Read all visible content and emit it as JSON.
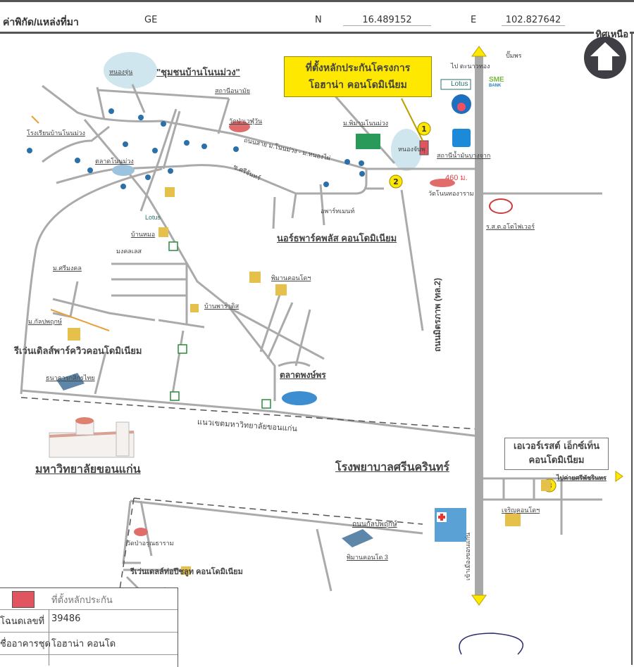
{
  "header": {
    "coord_label": "ค่าพิกัด/แหล่งที่มา",
    "source": "GE",
    "n_label": "N",
    "n_value": "16.489152",
    "e_label": "E",
    "e_value": "102.827642",
    "north_label": "ทิศเหนือ"
  },
  "callouts": {
    "project_line1": "ที่ตั้งหลักประกันโครงการ",
    "project_line2": "โอฮาน่า คอนโดมิเนียม",
    "everest_line1": "เอเวอร์เรสต์ เอ็กซ์เท็น",
    "everest_line2": "คอนโดมิเนียม"
  },
  "markers": [
    "1",
    "2",
    "3"
  ],
  "labels": {
    "community": "\"ชุมชนบ้านโนนม่วง\"",
    "pond": "หนองจุ่น",
    "school": "โรงเรียนบ้านโนนม่วง",
    "market_nonmuang": "ตลาดโนนม่วง",
    "health": "สถานีอนามัย",
    "temple1": "วัดป่าเวฬุวัน",
    "road_nonmuang": "ถนนสาย ม.โนนม่วง - ม.หนองไผ่",
    "road_side": "ซ.ศรีจันทร์",
    "village_nonmuang": "ม.พิมานโนนม่วง",
    "pond2": "หนองจับพุ",
    "gas": "สถานีน้ำมันบางจาก",
    "dist": "460 ม.",
    "temple2": "วัดโนนทองาราม",
    "toyota": "ร.ส.ต.อโตไฟเวอร์",
    "north_park": "นอร์ธพาร์คพลัส คอนโดมิเนียม",
    "apartment": "อพาร์ทเมนท์",
    "lotus_small": "Lotus",
    "baan_hmo": "บ้านหมอ",
    "mongkol": "มงคลเลส",
    "krimongkol": "ม.ศรีมงคล",
    "kunpatum": "ม.กัลปพฤกษ์",
    "pimarn": "พิมานคอนโดฯ",
    "baan_para": "บ้านพาราดิส",
    "reewon": "รีเว่นเดิลส์พาร์ควิวคอนโดมิเนียม",
    "bank": "ธนาคารกสิกรไทย",
    "bus": "แนวเขตมหาวิทยาลัยขอนแก่น",
    "market_fresh": "ตลาดพงษ์พร",
    "kku": "มหาวิทยาลัยขอนแก่น",
    "hospital": "โรงพยาบาลศรีนครินทร์",
    "to_hospital": "ไปค่ายศรีพัชรินทร",
    "charoen": "เจริญคอนโดฯ",
    "kalapaphruek": "ถนนกัลปพฤกษ์",
    "pimarn3": "พิมานคอนโด 3",
    "temple3": "วัดป่าอรุณธาราม",
    "reewon2": "รีเว่นเดลล์ท่อปีชลูท คอนโดมิเนียม",
    "highway": "ถนนมิตรภาพ (ทล.2)",
    "to_city": "เข้าเมืองขอนแก่น",
    "to_north": "ไป ตะนาวทอง",
    "post": "ปั๊มพร",
    "sme": "SME",
    "sme_sub": "BANK",
    "lotus": "Lotus"
  },
  "legend": {
    "marker_label": "ที่ตั้งหลักประกัน",
    "rows": [
      {
        "label": "โฉนดเลขที่",
        "value": "39486"
      },
      {
        "label": "ชื่ออาคารชุด",
        "value": "โอฮาน่า คอนโด"
      }
    ]
  },
  "colors": {
    "road": "#aaaaaa",
    "highway": "#a8a8a8",
    "callout": "#ffe800",
    "marker": "#ffe800",
    "site": "#e0555f",
    "water": "#cfe6ee"
  }
}
